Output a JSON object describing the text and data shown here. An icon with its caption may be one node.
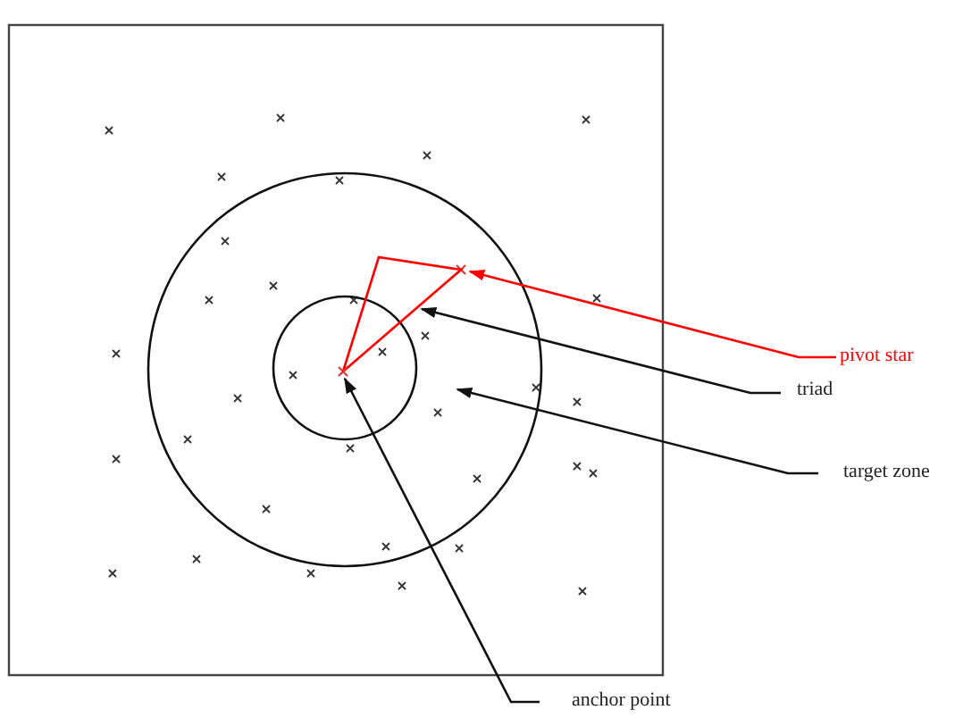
{
  "diagram": {
    "nodes": [
      {
        "text": [
          "pivot star"
        ]
      },
      {
        "text": [
          "triad"
        ]
      },
      {
        "text": [
          "target zone"
        ]
      },
      {
        "text": [
          "anchor point"
        ]
      },
      {
        "text": [],
        "shape": "cross",
        "in": 6
      },
      {
        "text": [],
        "shape": "triangle",
        "in": 6
      },
      {
        "text": [],
        "shape": "circle"
      },
      {
        "text": [],
        "shape": "cross",
        "in": 6
      }
    ],
    "edges": [
      {
        "from": 0,
        "to": 4,
        "arrow": "to",
        "color": "#ff0000"
      },
      {
        "from": 1,
        "to": 5,
        "arrow": "to"
      },
      {
        "from": 2,
        "to": 6,
        "arrow": "to"
      },
      {
        "from": 3,
        "to": 7,
        "arrow": "to"
      }
    ]
  }
}
